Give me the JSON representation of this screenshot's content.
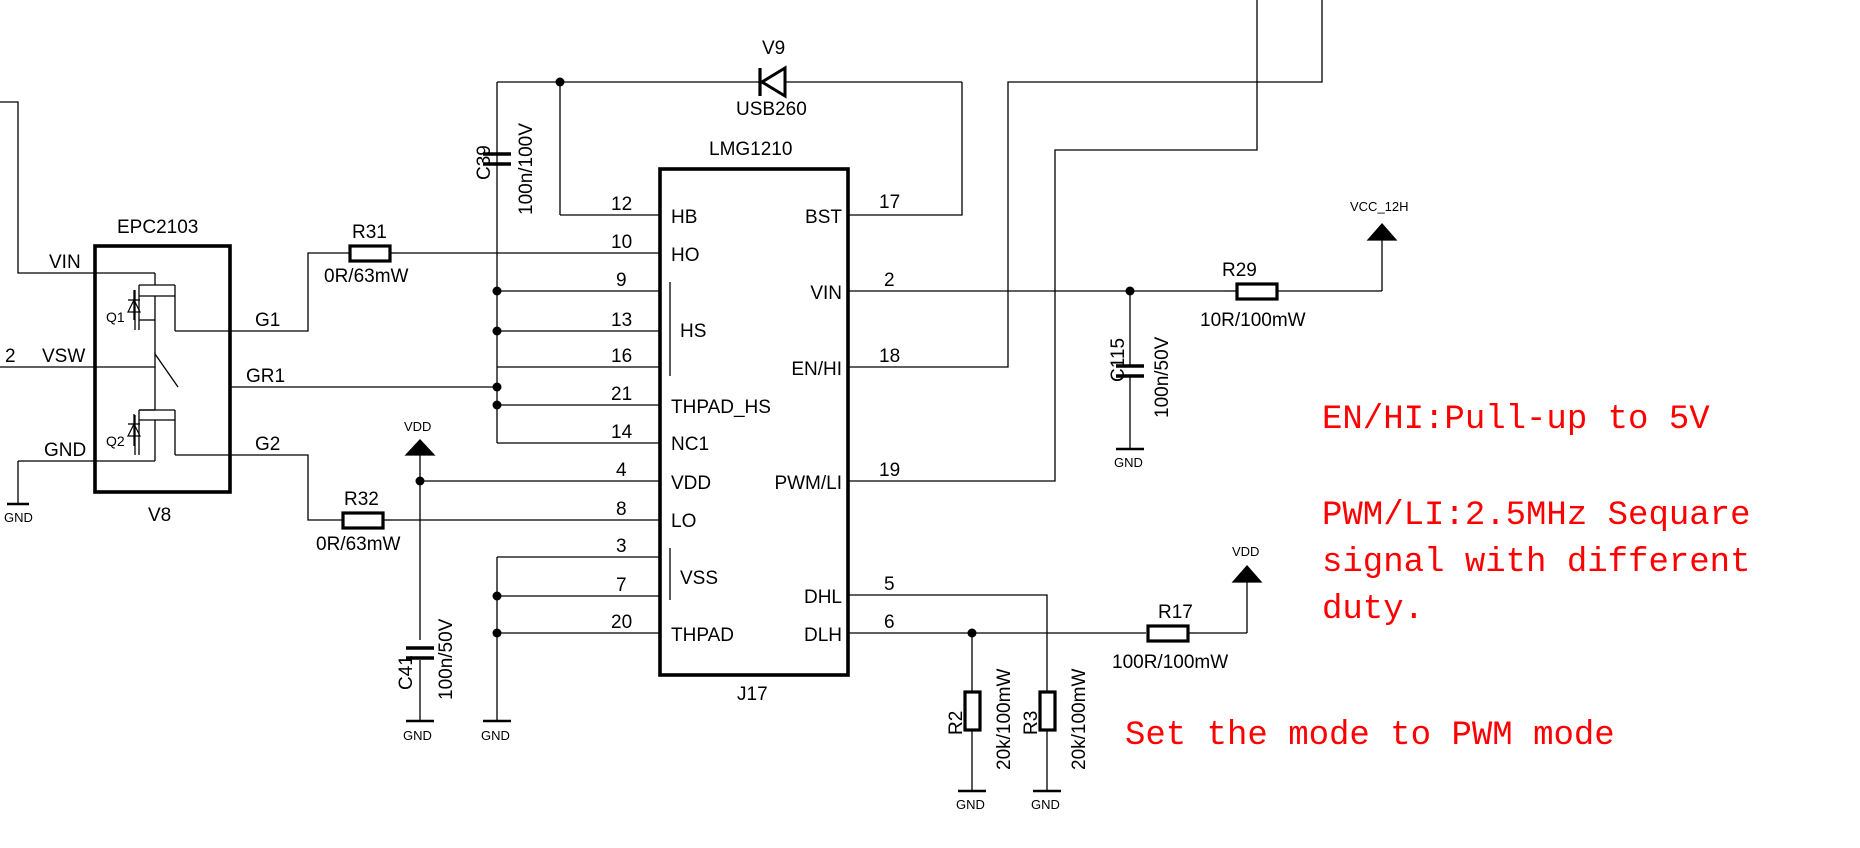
{
  "driver": {
    "name": "LMG1210",
    "ref": "J17",
    "pins_left": [
      {
        "num": "12",
        "label": "HB"
      },
      {
        "num": "10",
        "label": "HO"
      },
      {
        "num": "9",
        "label": ""
      },
      {
        "num": "13",
        "label": "HS"
      },
      {
        "num": "16",
        "label": ""
      },
      {
        "num": "21",
        "label": "THPAD_HS"
      },
      {
        "num": "14",
        "label": "NC1"
      },
      {
        "num": "4",
        "label": "VDD"
      },
      {
        "num": "8",
        "label": "LO"
      },
      {
        "num": "3",
        "label": ""
      },
      {
        "num": "7",
        "label": "VSS"
      },
      {
        "num": "20",
        "label": "THPAD"
      }
    ],
    "pins_right": [
      {
        "num": "17",
        "label": "BST"
      },
      {
        "num": "2",
        "label": "VIN"
      },
      {
        "num": "18",
        "label": "EN/HI"
      },
      {
        "num": "19",
        "label": "PWM/LI"
      },
      {
        "num": "5",
        "label": "DHL"
      },
      {
        "num": "6",
        "label": "DLH"
      }
    ]
  },
  "fet": {
    "name": "EPC2103",
    "ref": "V8",
    "q1": "Q1",
    "q2": "Q2",
    "nets": {
      "vin": "VIN",
      "vsw": "VSW",
      "gnd": "GND",
      "g1": "G1",
      "gr1": "GR1",
      "g2": "G2",
      "left_pin": "2"
    }
  },
  "diode": {
    "ref": "V9",
    "value": "USB260"
  },
  "resistors": {
    "r31": {
      "ref": "R31",
      "value": "0R/63mW"
    },
    "r32": {
      "ref": "R32",
      "value": "0R/63mW"
    },
    "r29": {
      "ref": "R29",
      "value": "10R/100mW"
    },
    "r17": {
      "ref": "R17",
      "value": "100R/100mW"
    },
    "r2": {
      "ref": "R2",
      "value": "20k/100mW"
    },
    "r3": {
      "ref": "R3",
      "value": "20k/100mW"
    }
  },
  "capacitors": {
    "c39": {
      "ref": "C39",
      "value": "100n/100V"
    },
    "c115": {
      "ref": "C115",
      "value": "100n/50V"
    },
    "c41": {
      "ref": "C41",
      "value": "100n/50V"
    }
  },
  "power": {
    "gnd": "GND",
    "vdd": "VDD",
    "vcc12h": "VCC_12H"
  },
  "notes": {
    "line1": "EN/HI:Pull-up to 5V",
    "line2": "PWM/LI:2.5MHz Sequare",
    "line3": "signal with different",
    "line4": "duty.",
    "line5": "Set the mode to PWM mode"
  }
}
